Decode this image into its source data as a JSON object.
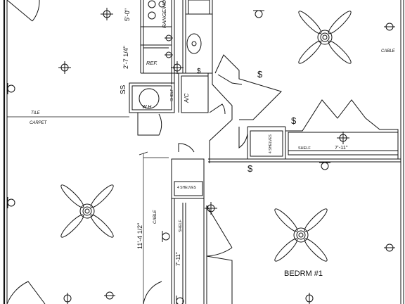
{
  "labels": {
    "dim_5_0": "5'-0\"",
    "range_hood": "RANGE/HO",
    "dim_2_7": "2'-7 1/4\"",
    "ref": "REF.",
    "shelf_a": "SHELF",
    "ac": "A/C",
    "wh": "W.H.",
    "ss": "SS",
    "tile": "TILE",
    "carpet": "CARPET",
    "cable_right": "CABLE",
    "shelves_4a": "4 SHELVES",
    "shelf_b": "SHELF",
    "dim_7_11a": "7'-11\"",
    "shelves_4b": "4 SHELVES",
    "dim_11_4": "11'-4 1/2\"",
    "cable_left": "CABLE",
    "shelf_c": "SHELF",
    "dim_7_11b": "7'-11\"",
    "bedroom": "BEDRM #1"
  }
}
